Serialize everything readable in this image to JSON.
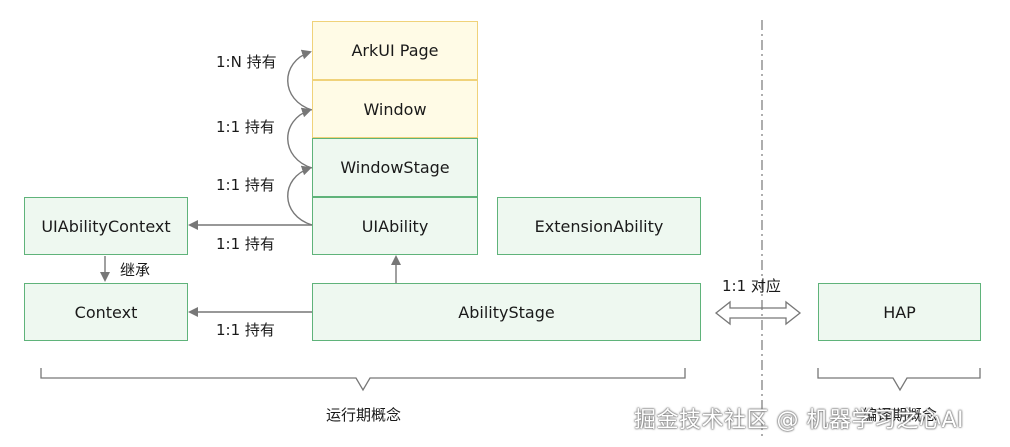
{
  "boxes": {
    "arkui_page": "ArkUI Page",
    "window": "Window",
    "window_stage": "WindowStage",
    "ui_ability": "UIAbility",
    "extension_ability": "ExtensionAbility",
    "ui_ability_context": "UIAbilityContext",
    "context": "Context",
    "ability_stage": "AbilityStage",
    "hap": "HAP"
  },
  "labels": {
    "page_window": "1:N 持有",
    "window_stage_window": "1:1 持有",
    "stage_ability": "1:1 持有",
    "ability_context": "1:1 持有",
    "inherit": "继承",
    "stage_context": "1:1 持有",
    "correspond": "1:1 对应"
  },
  "groups": {
    "runtime": "运行期概念",
    "compile": "编译期概念"
  },
  "watermark": "掘金技术社区 @ 机器学习之心AI",
  "colors": {
    "yellow_fill": "#fffbe6",
    "yellow_border": "#f0d27a",
    "green_fill": "#eef8f0",
    "green_border": "#5fb37a",
    "line": "#777777"
  }
}
